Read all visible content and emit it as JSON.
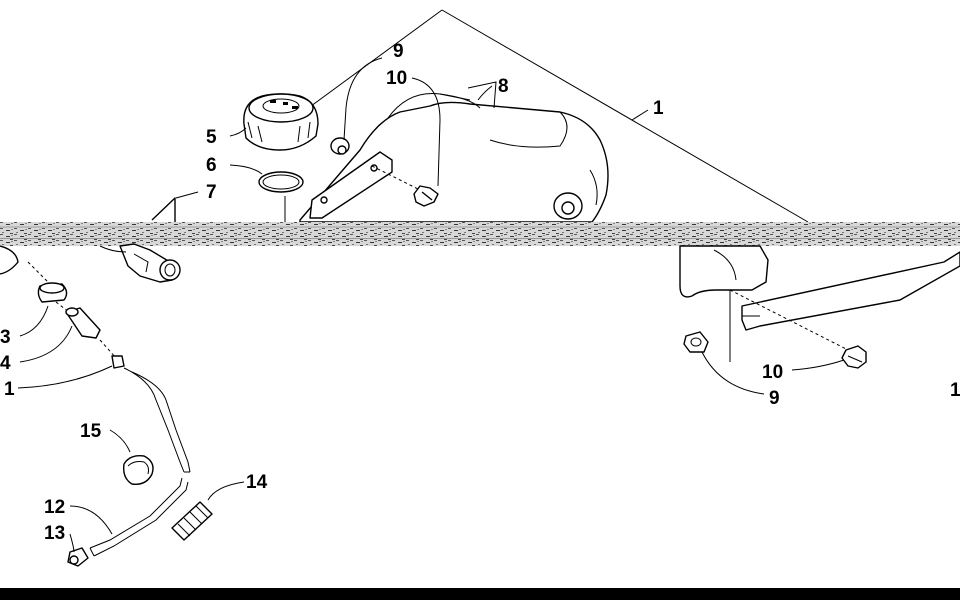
{
  "diagram": {
    "callouts": [
      {
        "id": "c1",
        "text": "1"
      },
      {
        "id": "c5",
        "text": "5"
      },
      {
        "id": "c6",
        "text": "6"
      },
      {
        "id": "c7",
        "text": "7"
      },
      {
        "id": "c8",
        "text": "8"
      },
      {
        "id": "c9a",
        "text": "9"
      },
      {
        "id": "c10a",
        "text": "10"
      },
      {
        "id": "c9b",
        "text": "9"
      },
      {
        "id": "c10b",
        "text": "10"
      },
      {
        "id": "c3",
        "text": "3"
      },
      {
        "id": "c4",
        "text": "4"
      },
      {
        "id": "c11a",
        "text": "1"
      },
      {
        "id": "c15",
        "text": "15"
      },
      {
        "id": "c14",
        "text": "14"
      },
      {
        "id": "c12",
        "text": "12"
      },
      {
        "id": "c13",
        "text": "13"
      },
      {
        "id": "c1r",
        "text": "1"
      }
    ],
    "colors": {
      "ink": "#000000",
      "background": "#ffffff",
      "noise_band": "#9a9a9a"
    }
  }
}
